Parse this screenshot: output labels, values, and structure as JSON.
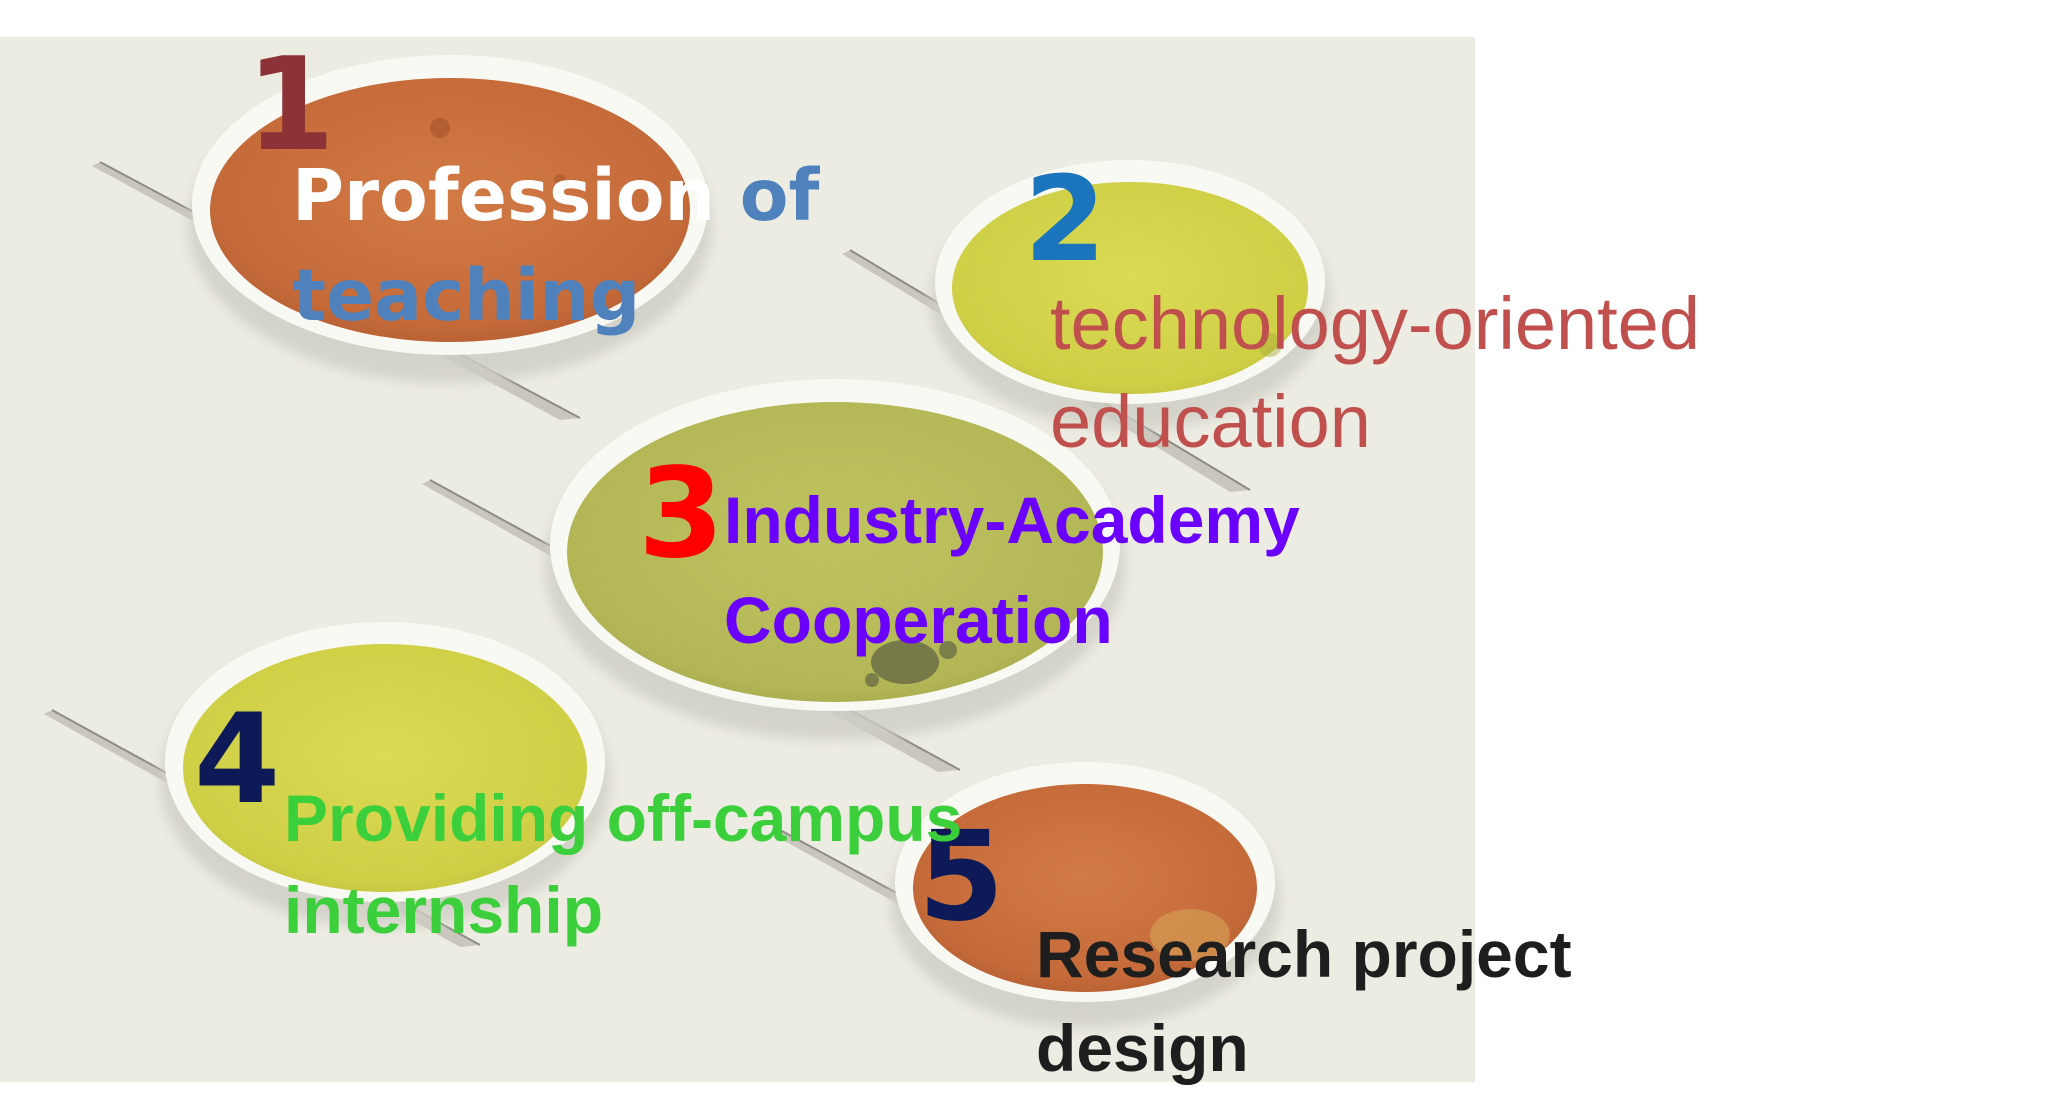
{
  "items": [
    {
      "number": "1",
      "line1_a": "Profession",
      "line1_b": "of",
      "line2": "teaching",
      "number_color": "#8d3237",
      "circle_color": "#c8713f"
    },
    {
      "number": "2",
      "line1": "technology-oriented",
      "line2": "education",
      "number_color": "#1b75bc",
      "circle_color": "#d3d24a"
    },
    {
      "number": "3",
      "line1": "Industry-Academy",
      "line2": "Cooperation",
      "number_color": "#ff0000",
      "circle_color": "#b8bc5a"
    },
    {
      "number": "4",
      "line1": "Providing off-campus",
      "line2": "internship",
      "number_color": "#0d1a57",
      "circle_color": "#d5d44d"
    },
    {
      "number": "5",
      "line1": "Research project",
      "line2": "design",
      "number_color": "#0d1a57",
      "circle_color": "#c8713f"
    }
  ],
  "colors": {
    "background_panel": "#edece2",
    "page": "#ffffff"
  }
}
